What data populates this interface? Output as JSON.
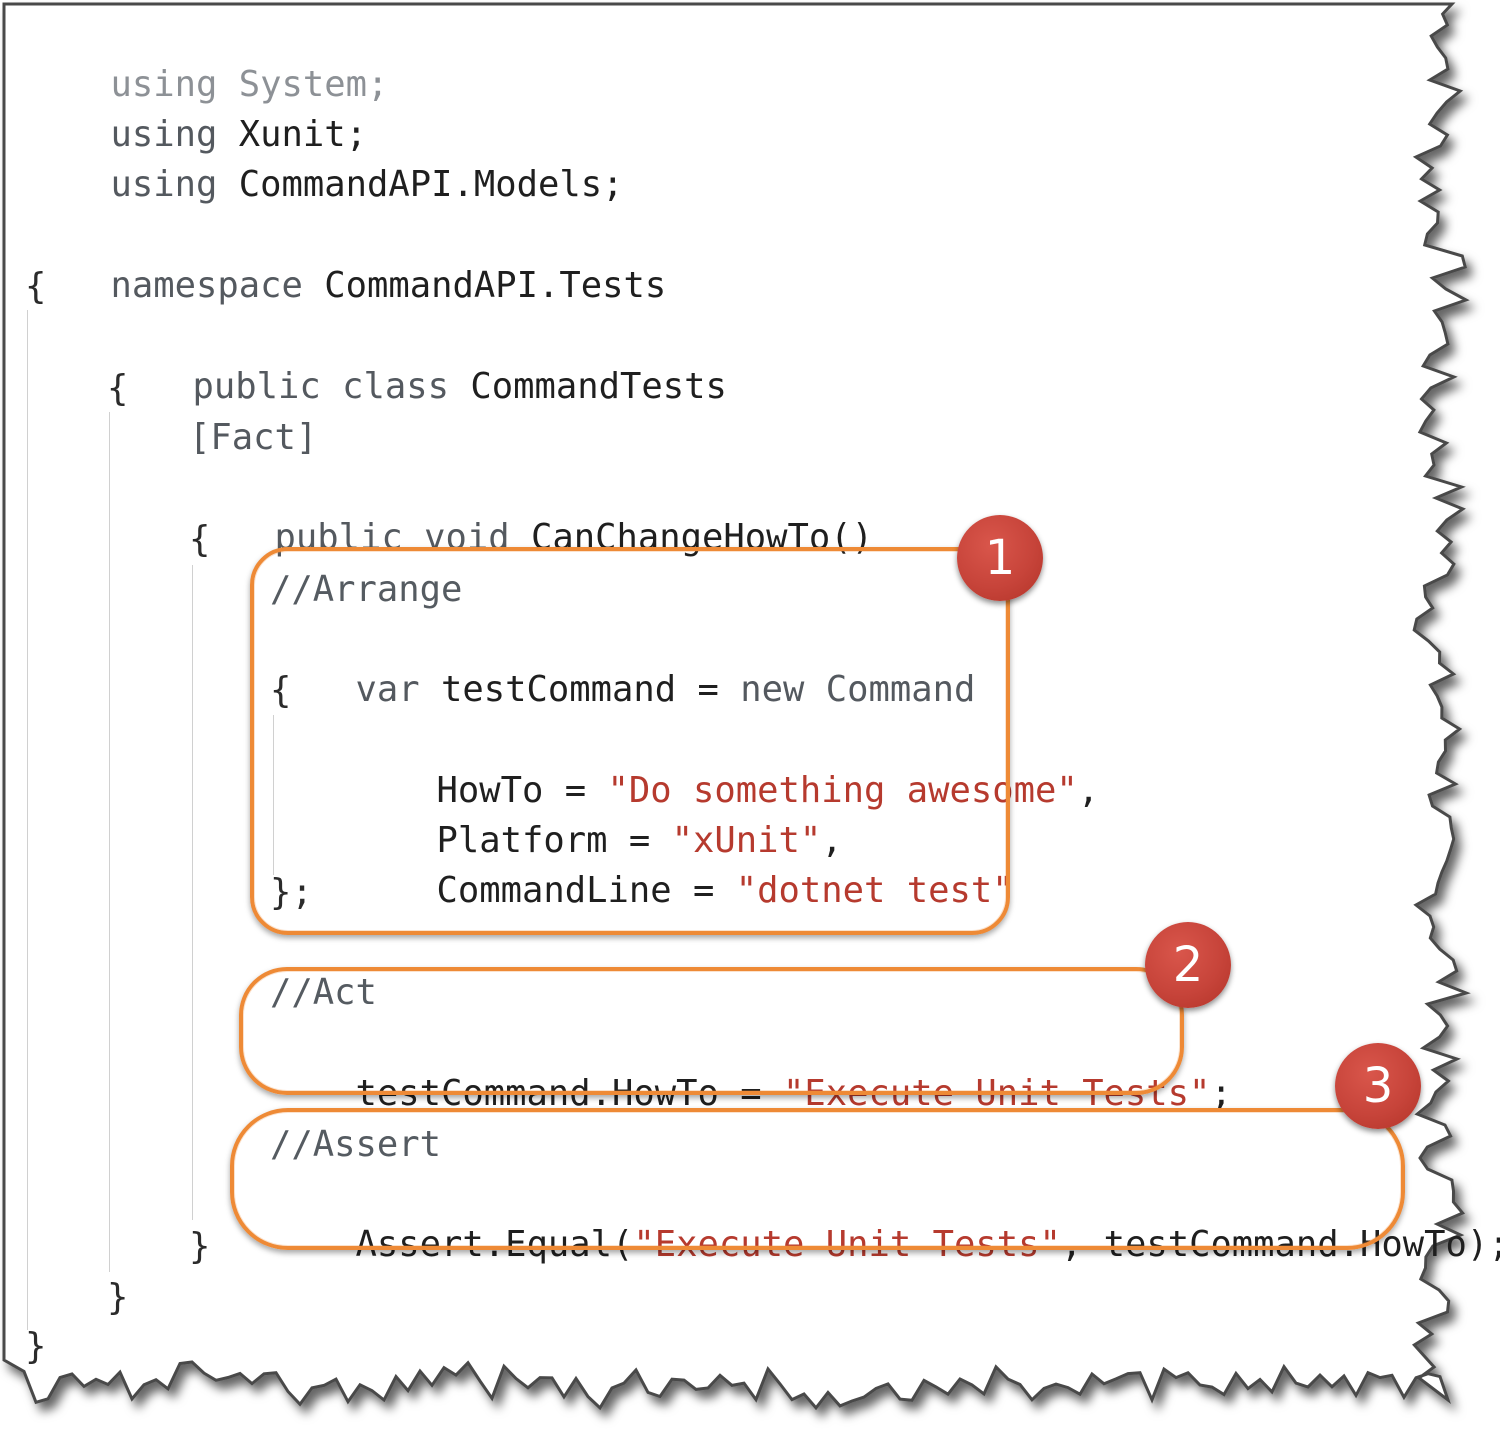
{
  "colors": {
    "keyword": "#54595f",
    "type": "#1f1f1f",
    "string": "#b63a2e",
    "comment": "#555b61",
    "callout_border": "#ee8a36",
    "badge_fill": "#c7443a"
  },
  "code": {
    "using_kw": "using",
    "system": "System;",
    "xunit": "Xunit;",
    "models_ns": "CommandAPI.Models;",
    "namespace_kw": "namespace",
    "namespace_name": "CommandAPI.Tests",
    "open_brace": "{",
    "close_brace": "}",
    "public_kw": "public",
    "class_kw": "class",
    "class_name": "CommandTests",
    "attribute": "[Fact]",
    "void_kw": "void",
    "method_sig": "CanChangeHowTo()",
    "arrange_comment": "//Arrange",
    "var_kw": "var",
    "test_command_var": "testCommand",
    "equals": "=",
    "new_kw": "new",
    "command_type": "Command",
    "howto_prop": "HowTo",
    "howto_value": "\"Do something awesome\"",
    "platform_prop": "Platform",
    "platform_value": "\"xUnit\"",
    "commandline_prop": "CommandLine",
    "commandline_value": "\"dotnet test\"",
    "comma": ",",
    "end_init": "};",
    "act_comment": "//Act",
    "act_target": "testCommand.HowTo",
    "act_value": "\"Execute Unit Tests\"",
    "semicolon": ";",
    "assert_comment": "//Assert",
    "assert_call": "Assert.Equal(",
    "assert_expected": "\"Execute Unit Tests\"",
    "assert_actual": ", testCommand.HowTo);"
  },
  "callouts": [
    {
      "number": "1"
    },
    {
      "number": "2"
    },
    {
      "number": "3"
    }
  ]
}
